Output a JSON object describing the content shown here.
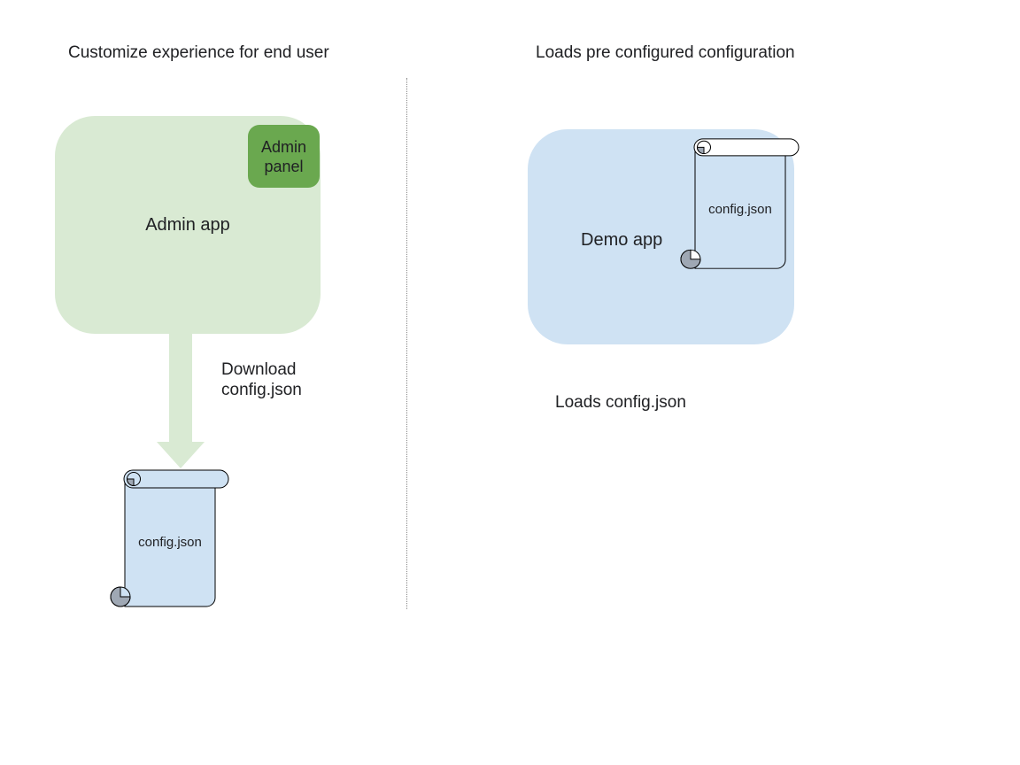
{
  "colors": {
    "light_green": "#d9ead3",
    "green": "#6aa84f",
    "light_blue": "#cfe2f3",
    "scroll_gray": "#9fa8b4",
    "outline": "#000000",
    "text": "#202124",
    "divider": "#888888"
  },
  "left": {
    "title": "Customize experience for end user",
    "app_label": "Admin app",
    "panel_label": "Admin panel",
    "arrow_caption": "Download config.json",
    "file_label": "config.json"
  },
  "right": {
    "title": "Loads pre configured configuration",
    "app_label": "Demo app",
    "file_label": "config.json",
    "caption": "Loads config.json"
  }
}
